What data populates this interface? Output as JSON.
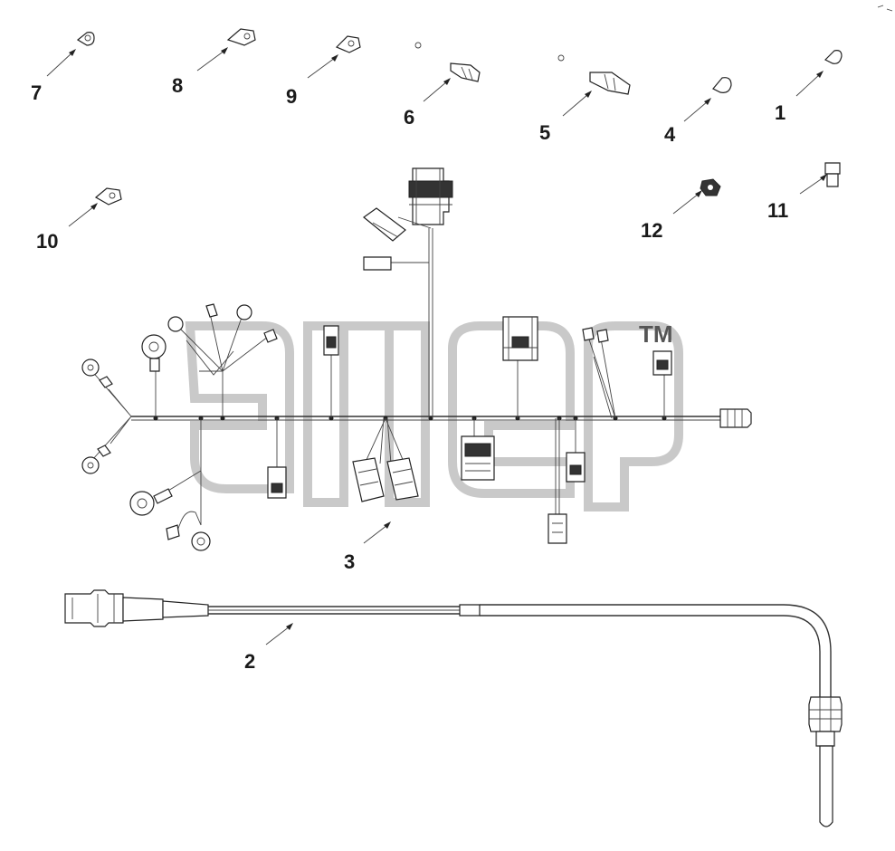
{
  "watermark": {
    "mark": "TM",
    "color": "#c9c9c9"
  },
  "callouts": [
    "1",
    "2",
    "3",
    "4",
    "5",
    "6",
    "7",
    "8",
    "9",
    "10",
    "11",
    "12"
  ],
  "colors": {
    "line": "#333333",
    "text": "#1a1a1a",
    "background": "#ffffff"
  }
}
